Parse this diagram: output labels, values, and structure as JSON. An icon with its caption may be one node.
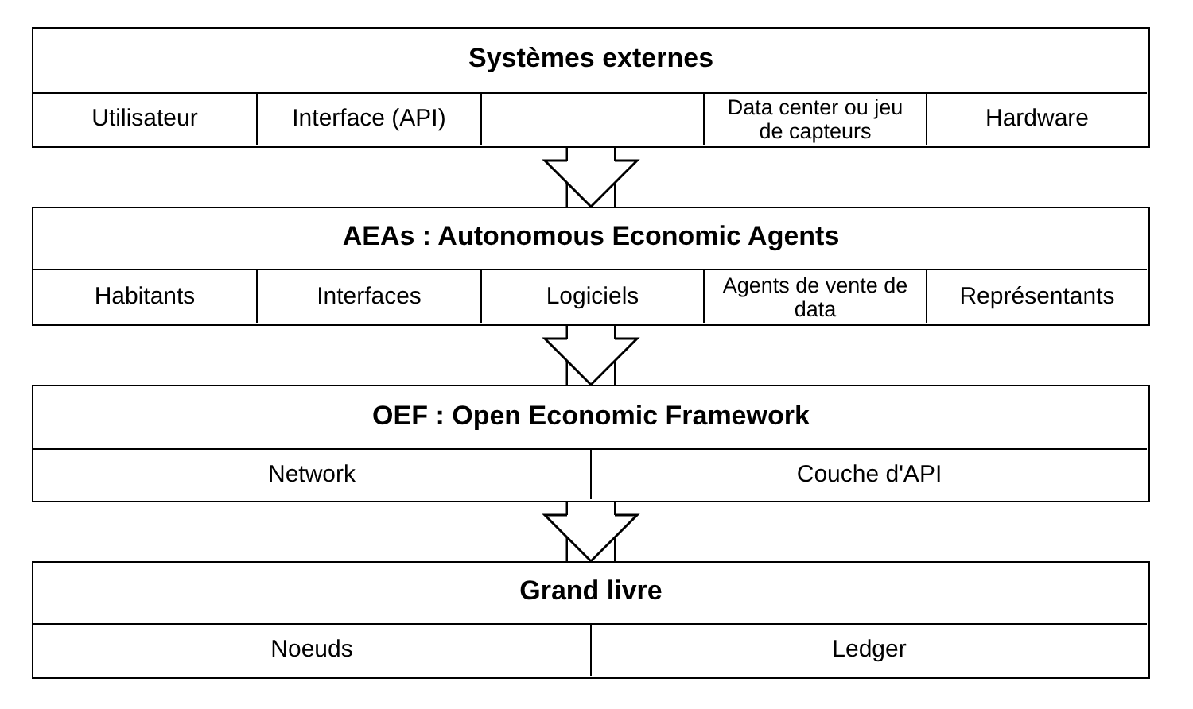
{
  "diagram": {
    "nodes": [
      {
        "text": [
          "Systèmes externes"
        ]
      },
      {
        "text": [
          "Utilisateur"
        ],
        "in": 0
      },
      {
        "text": [
          "Interface (API)"
        ],
        "in": 0
      },
      {
        "text": [],
        "shape": "box",
        "in": 0
      },
      {
        "text": [
          "Data center ou jeu de capteurs"
        ],
        "in": 0
      },
      {
        "text": [
          "Hardware"
        ],
        "in": 0
      },
      {
        "text": [
          "AEAs : Autonomous Economic Agents"
        ]
      },
      {
        "text": [
          "Habitants"
        ],
        "in": 6
      },
      {
        "text": [
          "Interfaces"
        ],
        "in": 6
      },
      {
        "text": [
          "Logiciels"
        ],
        "in": 6
      },
      {
        "text": [
          "Agents de vente de data"
        ],
        "in": 6
      },
      {
        "text": [
          "Représentants"
        ],
        "in": 6
      },
      {
        "text": [
          "OEF : Open Economic Framework"
        ]
      },
      {
        "text": [
          "Network"
        ],
        "in": 12
      },
      {
        "text": [
          "Couche d'API"
        ],
        "in": 12
      },
      {
        "text": [
          "Grand livre"
        ]
      },
      {
        "text": [
          "Noeuds"
        ],
        "in": 15
      },
      {
        "text": [
          "Ledger"
        ],
        "in": 15
      }
    ],
    "edges": [
      {
        "from": 0,
        "to": 6,
        "arrow": "to"
      },
      {
        "from": 6,
        "to": 12,
        "arrow": "to"
      },
      {
        "from": 12,
        "to": 15,
        "arrow": "to"
      }
    ]
  }
}
